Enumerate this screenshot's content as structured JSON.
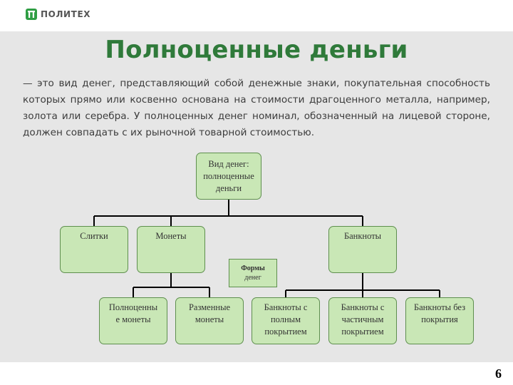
{
  "header": {
    "brand": "ПОЛИТЕХ",
    "brand_color": "#2f9e44"
  },
  "slide": {
    "title": "Полноценные деньги",
    "definition": "— это вид денег, представляющий собой денежные знаки, покупательная способность которых прямо или косвенно основана на стоимости драгоценного металла, например, золота или серебра. У полноценных денег номинал, обозначенный на лицевой стороне, должен совпадать с их рыночной товарной стоимостью.",
    "page_number": "6"
  },
  "diagram": {
    "root": {
      "lines": [
        "Вид денег:",
        "полноценные",
        "деньги"
      ]
    },
    "level1": [
      {
        "id": "ingots",
        "label": "Слитки"
      },
      {
        "id": "coins",
        "label": "Монеты"
      },
      {
        "id": "banknotes",
        "label": "Банкноты"
      }
    ],
    "forms_label": [
      "Формы",
      "денег"
    ],
    "coins_children": [
      {
        "id": "full-coins",
        "lines": [
          "Полноценны",
          "е монеты"
        ]
      },
      {
        "id": "change-coins",
        "lines": [
          "Разменные",
          "монеты"
        ]
      }
    ],
    "banknote_children": [
      {
        "id": "full-cover",
        "lines": [
          "Банкноты с",
          "полным",
          "покрытием"
        ]
      },
      {
        "id": "partial-cover",
        "lines": [
          "Банкноты с",
          "частичным",
          "покрытием"
        ]
      },
      {
        "id": "no-cover",
        "lines": [
          "Банкноты без",
          "покрытия"
        ]
      }
    ],
    "colors": {
      "box_fill": "#c9e7b6",
      "box_border": "#5e8f4e",
      "line": "#000000"
    }
  }
}
